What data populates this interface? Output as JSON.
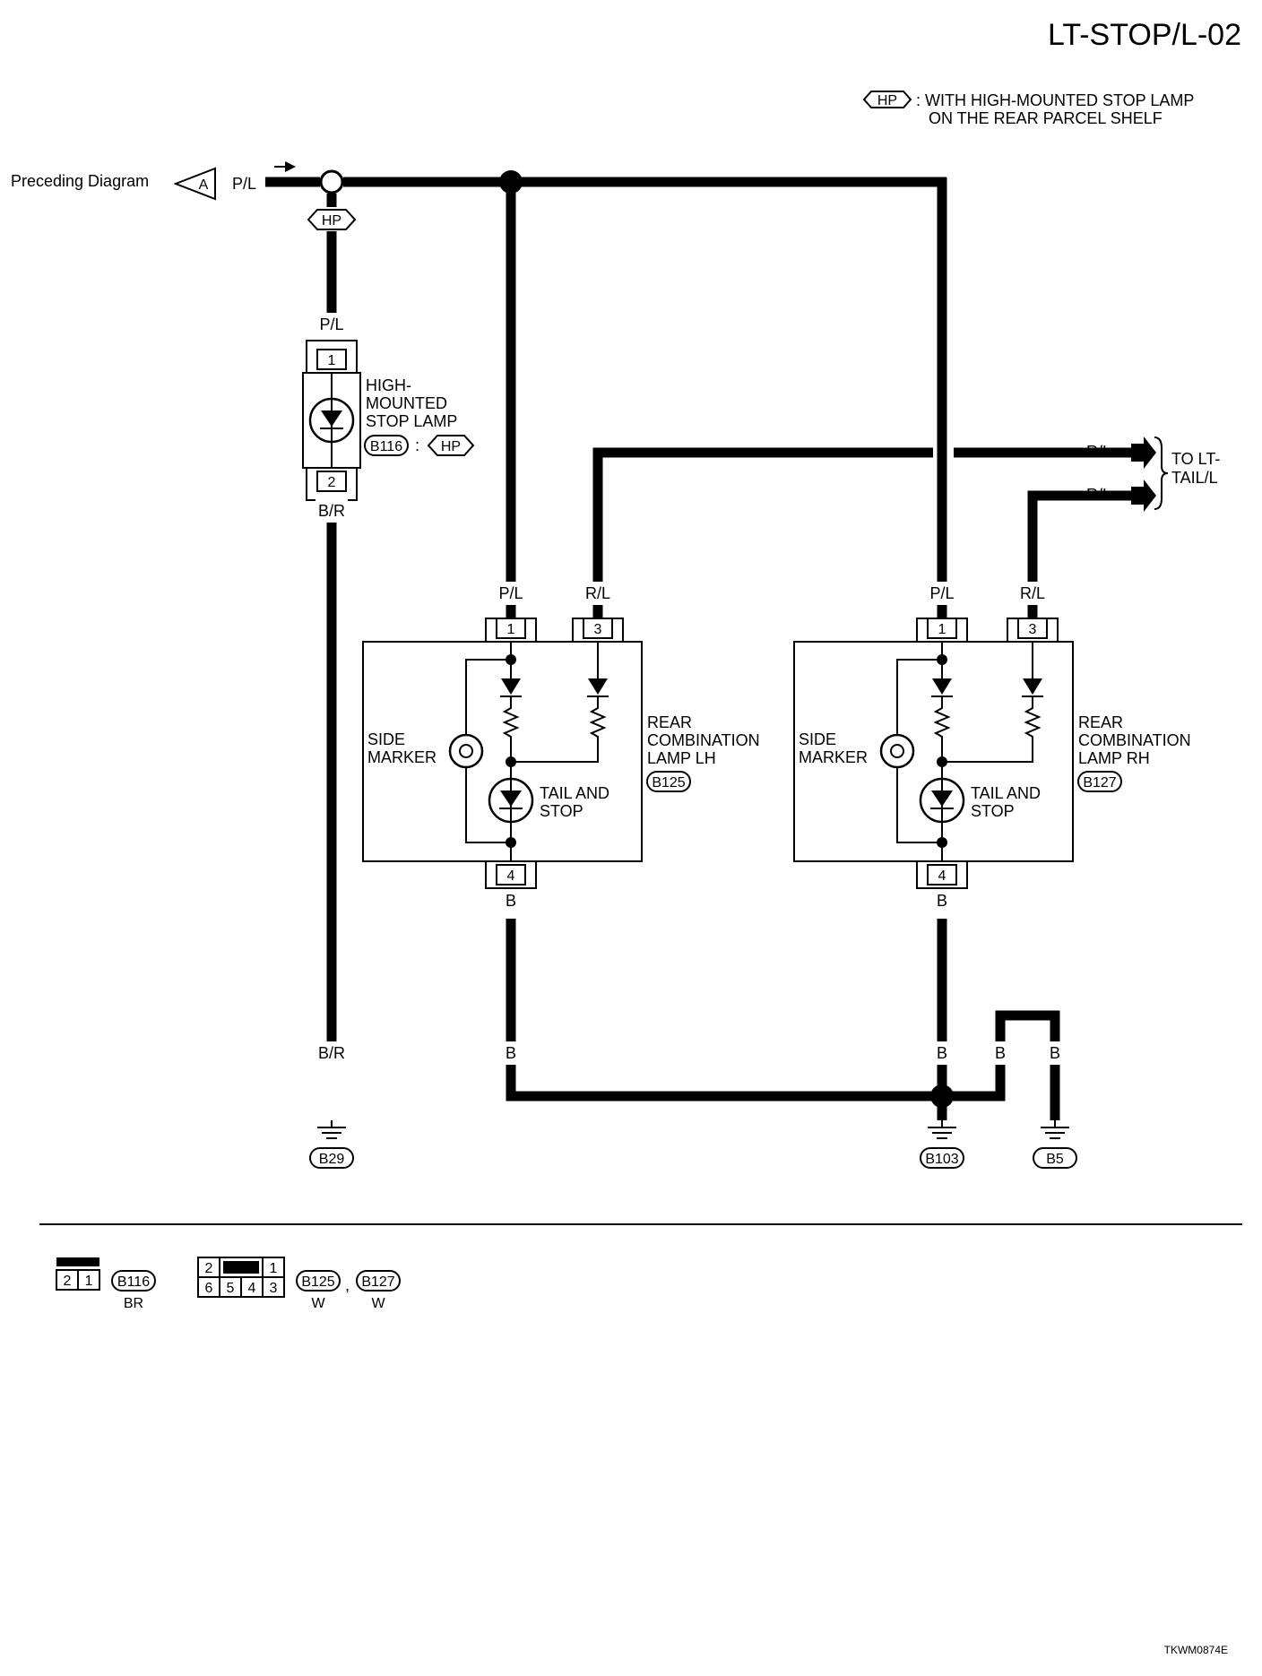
{
  "title": "LT-STOP/L-02",
  "legend": {
    "tag": "HP",
    "line1": ": WITH HIGH-MOUNTED STOP LAMP",
    "line2": "ON THE REAR PARCEL SHELF"
  },
  "preceding": {
    "label": "Preceding Diagram",
    "connector": "A",
    "wire": "P/L"
  },
  "hp_tag": "HP",
  "high_mount": {
    "wire_top": "P/L",
    "pin_top": "1",
    "pin_bottom": "2",
    "wire_bottom": "B/R",
    "name_lines": [
      "HIGH-",
      "MOUNTED",
      "STOP LAMP"
    ],
    "connector": "B116",
    "sep": ":",
    "tag": "HP"
  },
  "to_tail": {
    "wire1": "R/L",
    "wire2": "R/L",
    "label_lines": [
      "TO LT-",
      "TAIL/L"
    ]
  },
  "lamp_lh": {
    "wire_pin1": "P/L",
    "wire_pin3": "R/L",
    "pin1": "1",
    "pin3": "3",
    "pin4": "4",
    "side_marker": [
      "SIDE",
      "MARKER"
    ],
    "tail_stop": [
      "TAIL AND",
      "STOP"
    ],
    "name_lines": [
      "REAR",
      "COMBINATION",
      "LAMP LH"
    ],
    "connector": "B125",
    "wire_ground": "B"
  },
  "lamp_rh": {
    "wire_pin1": "P/L",
    "wire_pin3": "R/L",
    "pin1": "1",
    "pin3": "3",
    "pin4": "4",
    "side_marker": [
      "SIDE",
      "MARKER"
    ],
    "tail_stop": [
      "TAIL AND",
      "STOP"
    ],
    "name_lines": [
      "REAR",
      "COMBINATION",
      "LAMP RH"
    ],
    "connector": "B127",
    "wire_ground": "B"
  },
  "grounds": {
    "wire_br": "B/R",
    "wire_b_left": "B",
    "wire_b_mid": "B",
    "wire_b_r1": "B",
    "wire_b_r2": "B",
    "g1": "B29",
    "g2": "B103",
    "g3": "B5"
  },
  "connectors": {
    "c2_pins": [
      "2",
      "1"
    ],
    "c2_id": "B116",
    "c2_color": "BR",
    "c6_top": [
      "2",
      "1"
    ],
    "c6_bottom": [
      "6",
      "5",
      "4",
      "3"
    ],
    "c6_id1": "B125",
    "c6_sep": ",",
    "c6_id2": "B127",
    "c6_color1": "W",
    "c6_color2": "W"
  },
  "footer_code": "TKWM0874E"
}
